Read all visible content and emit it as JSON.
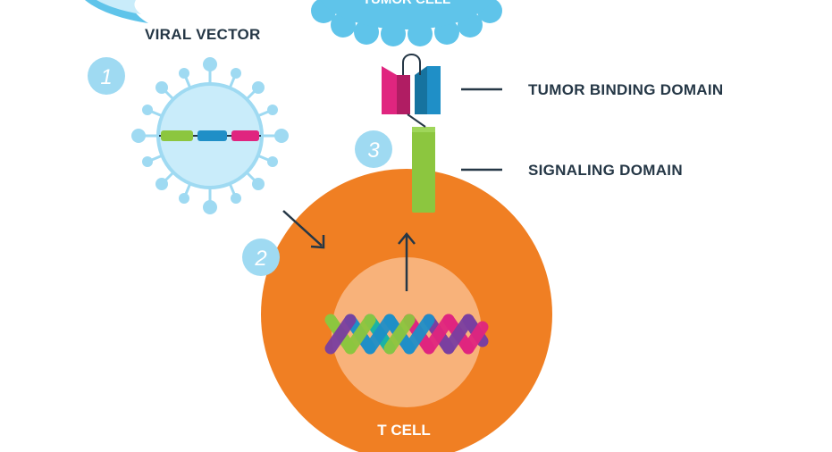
{
  "labels": {
    "viral_vector": "VIRAL VECTOR",
    "tumor_cell": "TUMOR CELL",
    "tumor_binding_domain": "TUMOR BINDING DOMAIN",
    "signaling_domain": "SIGNALING DOMAIN",
    "t_cell": "T CELL"
  },
  "steps": [
    "1",
    "2",
    "3"
  ],
  "colors": {
    "navy": "#253746",
    "light_blue": "#9fdaf2",
    "viral_body": "#c9ecfa",
    "sky": "#5fc4ea",
    "orange": "#f07f23",
    "nucleus": "#f8b27a",
    "magenta": "#e0257f",
    "blue": "#1f8fc7",
    "green": "#8cc63f",
    "purple": "#7a3fa0",
    "teal": "#1bb3a4"
  }
}
